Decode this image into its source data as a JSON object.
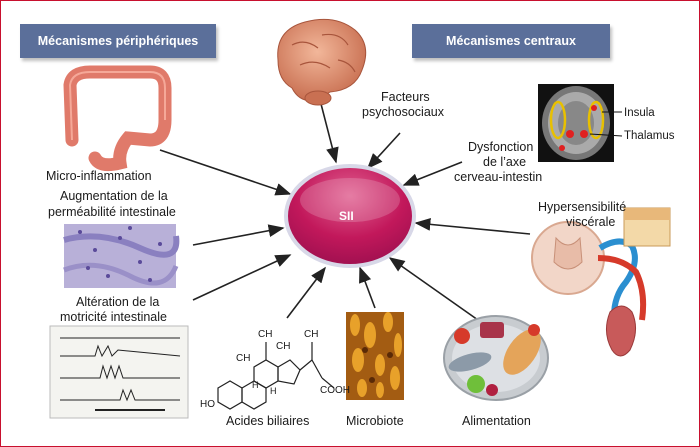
{
  "headers": {
    "peripheral": "Mécanismes périphériques",
    "central": "Mécanismes centraux"
  },
  "center": "SII",
  "factors": {
    "micro_inflammation": "Micro-inflammation",
    "permeability_line1": "Augmentation de la",
    "permeability_line2": "perméabilité intestinale",
    "motility_line1": "Altération de la",
    "motility_line2": "motricité intestinale",
    "bile_acids": "Acides biliaires",
    "microbiote": "Microbiote",
    "alimentation": "Alimentation",
    "hypersensitivity_line1": "Hypersensibilité",
    "hypersensitivity_line2": "viscérale",
    "dysfunction_line1": "Dysfonction",
    "dysfunction_line2": "de l’axe",
    "dysfunction_line3": "cerveau-intestin",
    "psycho_line1": "Facteurs",
    "psycho_line2": "psychosociaux",
    "insula": "Insula",
    "thalamus": "Thalamus"
  },
  "chemistry": {
    "ch3_a": "CH",
    "ch3_b": "CH",
    "ch3_c": "CH",
    "oh_left": "CH",
    "ho": "HO",
    "cooh": "COOH",
    "h1": "H",
    "h2": "H"
  },
  "colors": {
    "center_fill": "#c2185b",
    "header_fill": "#5b6f9a",
    "frame": "#c8102e"
  }
}
